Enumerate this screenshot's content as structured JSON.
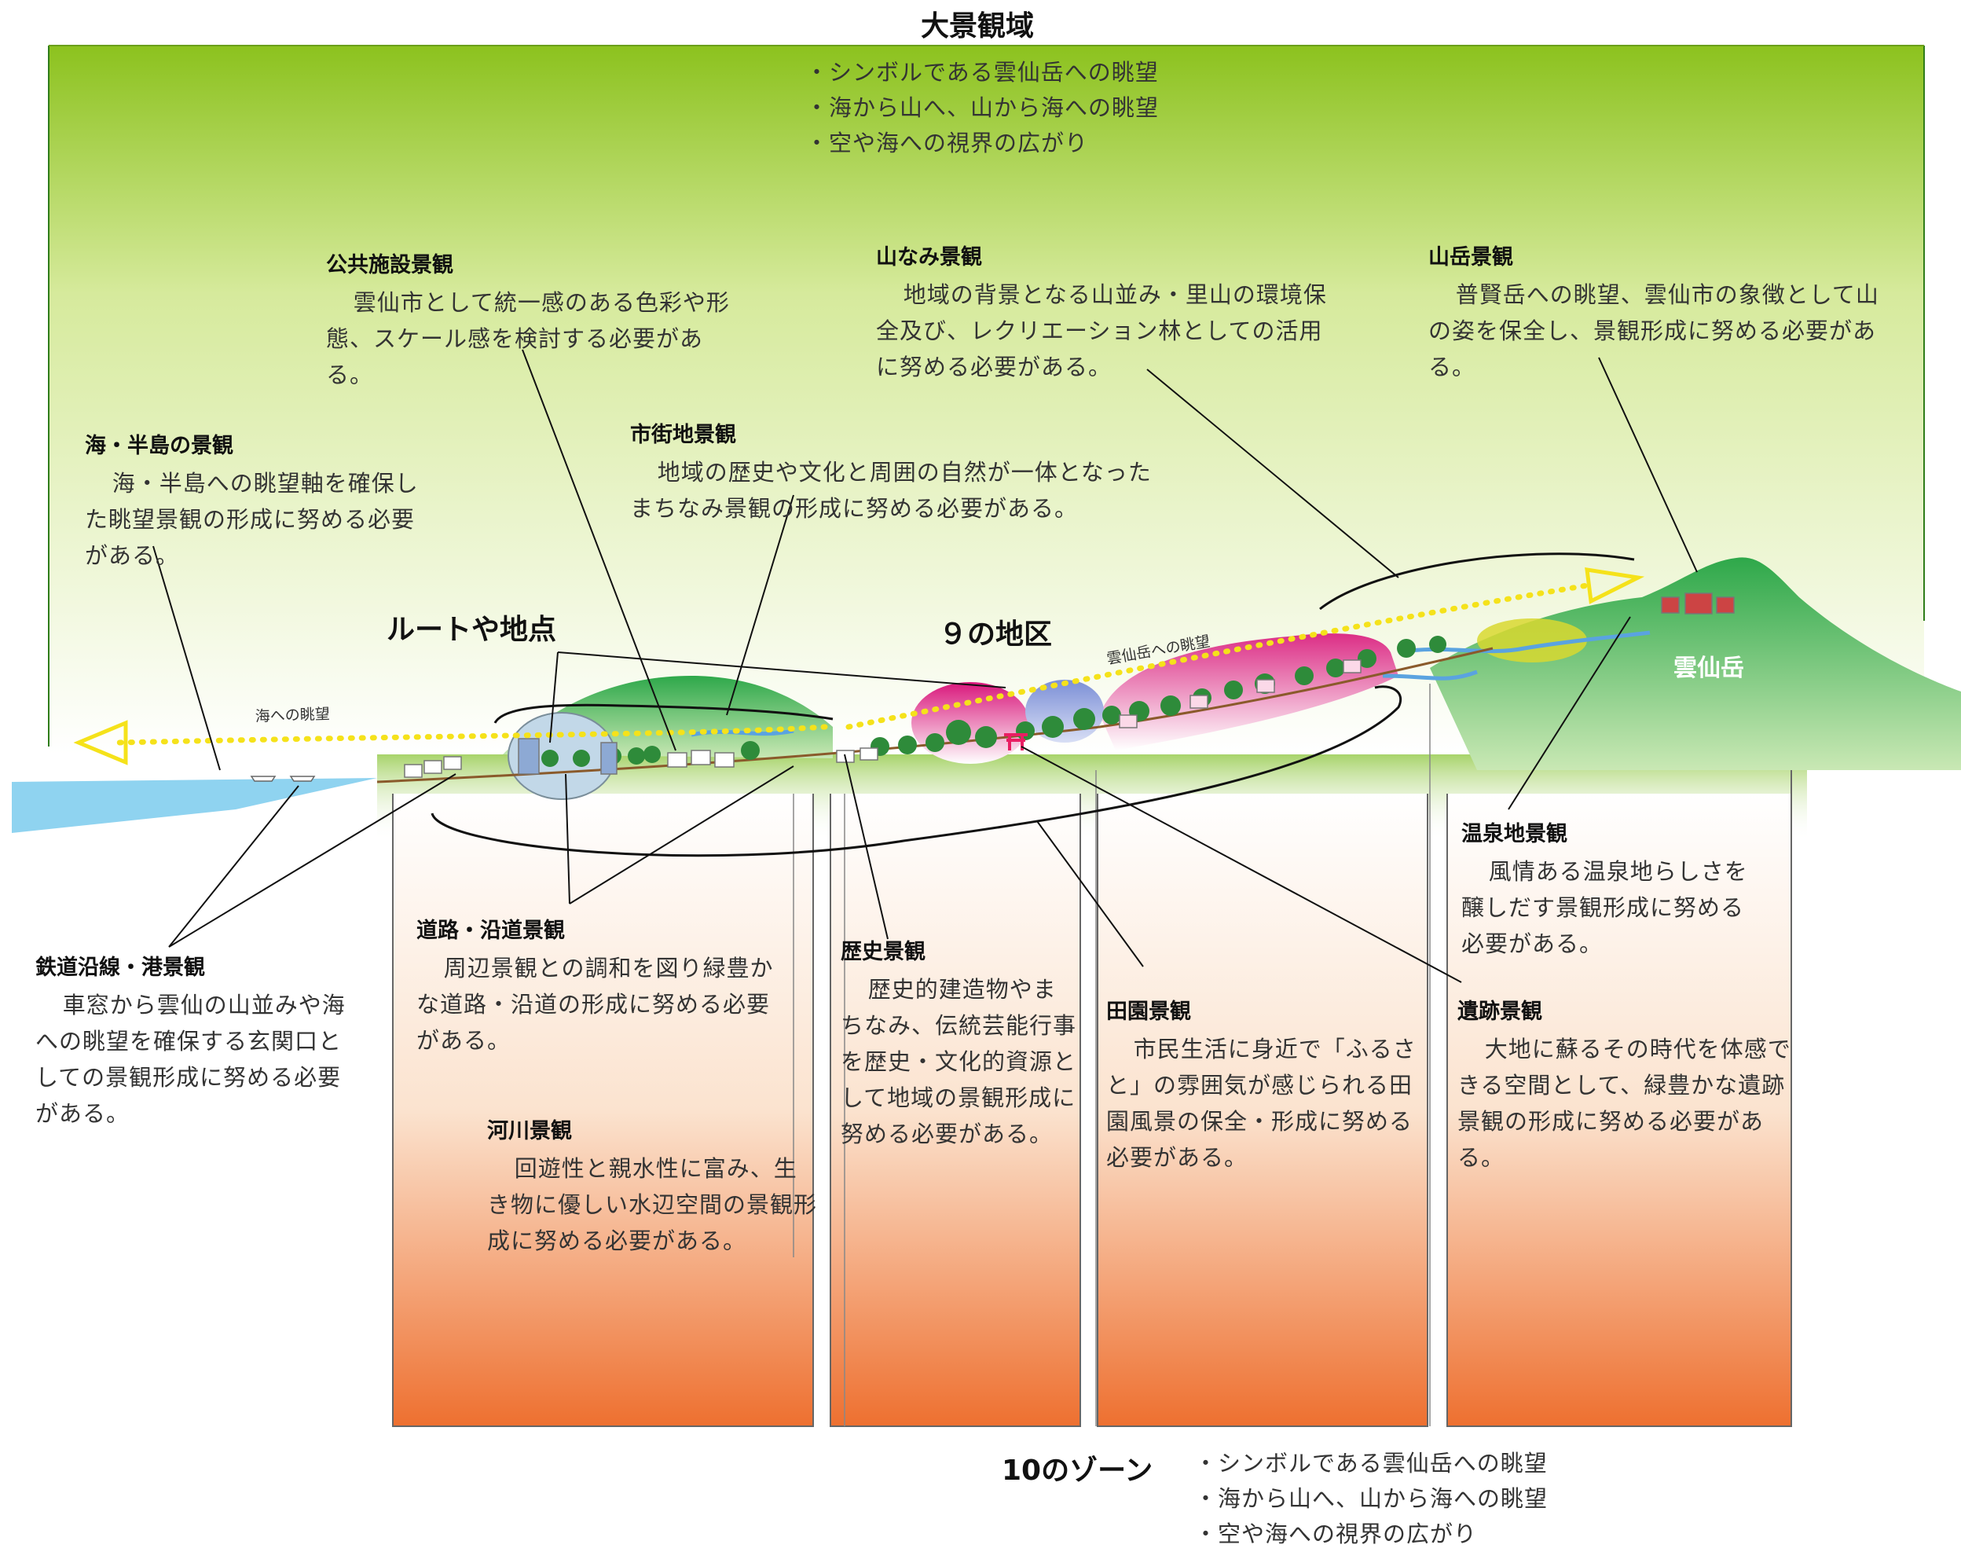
{
  "top_title": "大景観域",
  "top_bullets": [
    "・シンボルである雲仙岳への眺望",
    "・海から山へ、山から海への眺望",
    "・空や海への視界の広がり"
  ],
  "markers": {
    "routes": "ルートや地点",
    "districts": "９の地区",
    "zones": "10のゾーン"
  },
  "diagram_labels": {
    "sea_view": "海への眺望",
    "mountain_view": "雲仙岳への眺望",
    "mountain": "雲仙岳"
  },
  "bottom_bullets": [
    "・シンボルである雲仙岳への眺望",
    "・海から山へ、山から海への眺望",
    "・空や海への視界の広がり"
  ],
  "sections": {
    "public": {
      "title": "公共施設景観",
      "body": "雲仙市として統一感のある色彩や形態、スケール感を検討する必要がある。"
    },
    "ridge": {
      "title": "山なみ景観",
      "body": "地域の背景となる山並み・里山の環境保全及び、レクリエーション林としての活用に努める必要がある。"
    },
    "alpine": {
      "title": "山岳景観",
      "body": "普賢岳への眺望、雲仙市の象徴として山の姿を保全し、景観形成に努める必要がある。"
    },
    "coast": {
      "title": "海・半島の景観",
      "body": "海・半島への眺望軸を確保した眺望景観の形成に努める必要がある。"
    },
    "urban": {
      "title": "市街地景観",
      "body": "地域の歴史や文化と周囲の自然が一体となったまちなみ景観の形成に努める必要がある。"
    },
    "rail": {
      "title": "鉄道沿線・港景観",
      "body": "車窓から雲仙の山並みや海への眺望を確保する玄関口としての景観形成に努める必要がある。"
    },
    "road": {
      "title": "道路・沿道景観",
      "body": "周辺景観との調和を図り緑豊かな道路・沿道の形成に努める必要がある。"
    },
    "river": {
      "title": "河川景観",
      "body": "回遊性と親水性に富み、生き物に優しい水辺空間の景観形成に努める必要がある。"
    },
    "history": {
      "title": "歴史景観",
      "body": "歴史的建造物やまちなみ、伝統芸能行事を歴史・文化的資源として地域の景観形成に努める必要がある。"
    },
    "rural": {
      "title": "田園景観",
      "body": "市民生活に身近で「ふるさと」の雰囲気が感じられる田園風景の保全・形成に努める必要がある。"
    },
    "onsen": {
      "title": "温泉地景観",
      "body": "風情ある温泉地らしさを醸しだす景観形成に努める必要がある。"
    },
    "ruins": {
      "title": "遺跡景観",
      "body": "大地に蘇るその時代を体感できる空間として、緑豊かな遺跡景観の形成に努める必要がある。"
    }
  }
}
